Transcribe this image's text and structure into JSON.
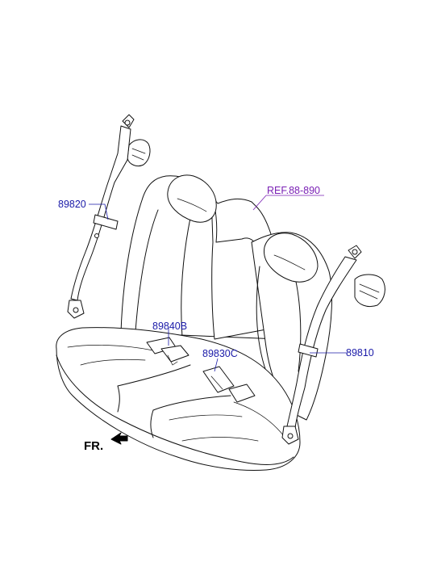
{
  "labels": {
    "ref": "REF.88-890",
    "left_retractor": "89820",
    "right_retractor": "89810",
    "buckle_left": "89840B",
    "buckle_center": "89830C",
    "front": "FR."
  },
  "colors": {
    "part_number": "#1a1aa8",
    "reference": "#7a1fb5",
    "line_art": "#111111",
    "background": "#ffffff"
  },
  "icons": [
    "front-direction-arrow-icon"
  ]
}
